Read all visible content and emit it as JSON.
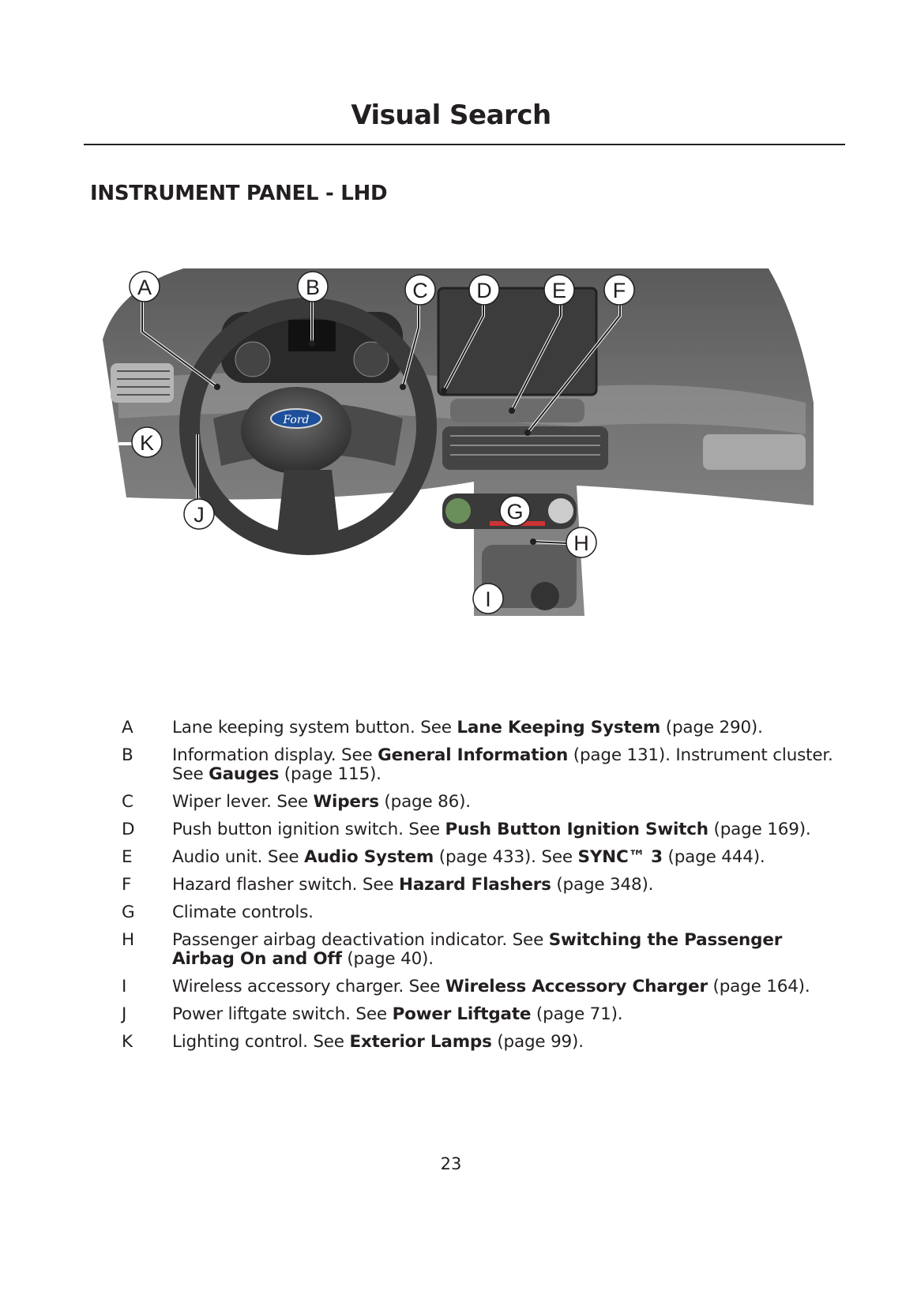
{
  "header": {
    "title": "Visual Search"
  },
  "section": {
    "heading": "INSTRUMENT PANEL - LHD"
  },
  "figure": {
    "callouts": [
      "A",
      "B",
      "C",
      "D",
      "E",
      "F",
      "G",
      "H",
      "I",
      "J",
      "K"
    ],
    "badge_text": "Ford"
  },
  "legend": [
    {
      "key": "A",
      "text": "Lane keeping system button. See ",
      "ref": "Lane Keeping System",
      "page": " (page 290)."
    },
    {
      "key": "B",
      "text": "Information display.  See ",
      "ref": "General Information",
      "mid": " (page 131). Instrument cluster. See ",
      "ref2": "Gauges",
      "page": " (page 115)."
    },
    {
      "key": "C",
      "text": "Wiper lever. See ",
      "ref": "Wipers",
      "page": " (page 86)."
    },
    {
      "key": "D",
      "text": "Push button ignition switch. See ",
      "ref": "Push Button Ignition Switch",
      "page": " (page 169)."
    },
    {
      "key": "E",
      "text": "Audio unit. See ",
      "ref": "Audio System",
      "mid": " (page 433).  See ",
      "ref2": "SYNC™ 3",
      "page": " (page 444)."
    },
    {
      "key": "F",
      "text": "Hazard flasher switch. See ",
      "ref": "Hazard Flashers",
      "page": " (page 348)."
    },
    {
      "key": "G",
      "text": "Climate controls.",
      "ref": "",
      "page": ""
    },
    {
      "key": "H",
      "text": "Passenger airbag deactivation indicator. See ",
      "ref": "Switching the Passenger Airbag On and Off",
      "page": " (page 40)."
    },
    {
      "key": "I",
      "text": "Wireless accessory charger. See ",
      "ref": "Wireless Accessory Charger",
      "page": " (page 164)."
    },
    {
      "key": "J",
      "text": "Power liftgate switch. See ",
      "ref": "Power Liftgate",
      "page": " (page 71)."
    },
    {
      "key": "K",
      "text": "Lighting control. See ",
      "ref": "Exterior Lamps",
      "page": " (page 99)."
    }
  ],
  "footer": {
    "page_number": "23"
  }
}
